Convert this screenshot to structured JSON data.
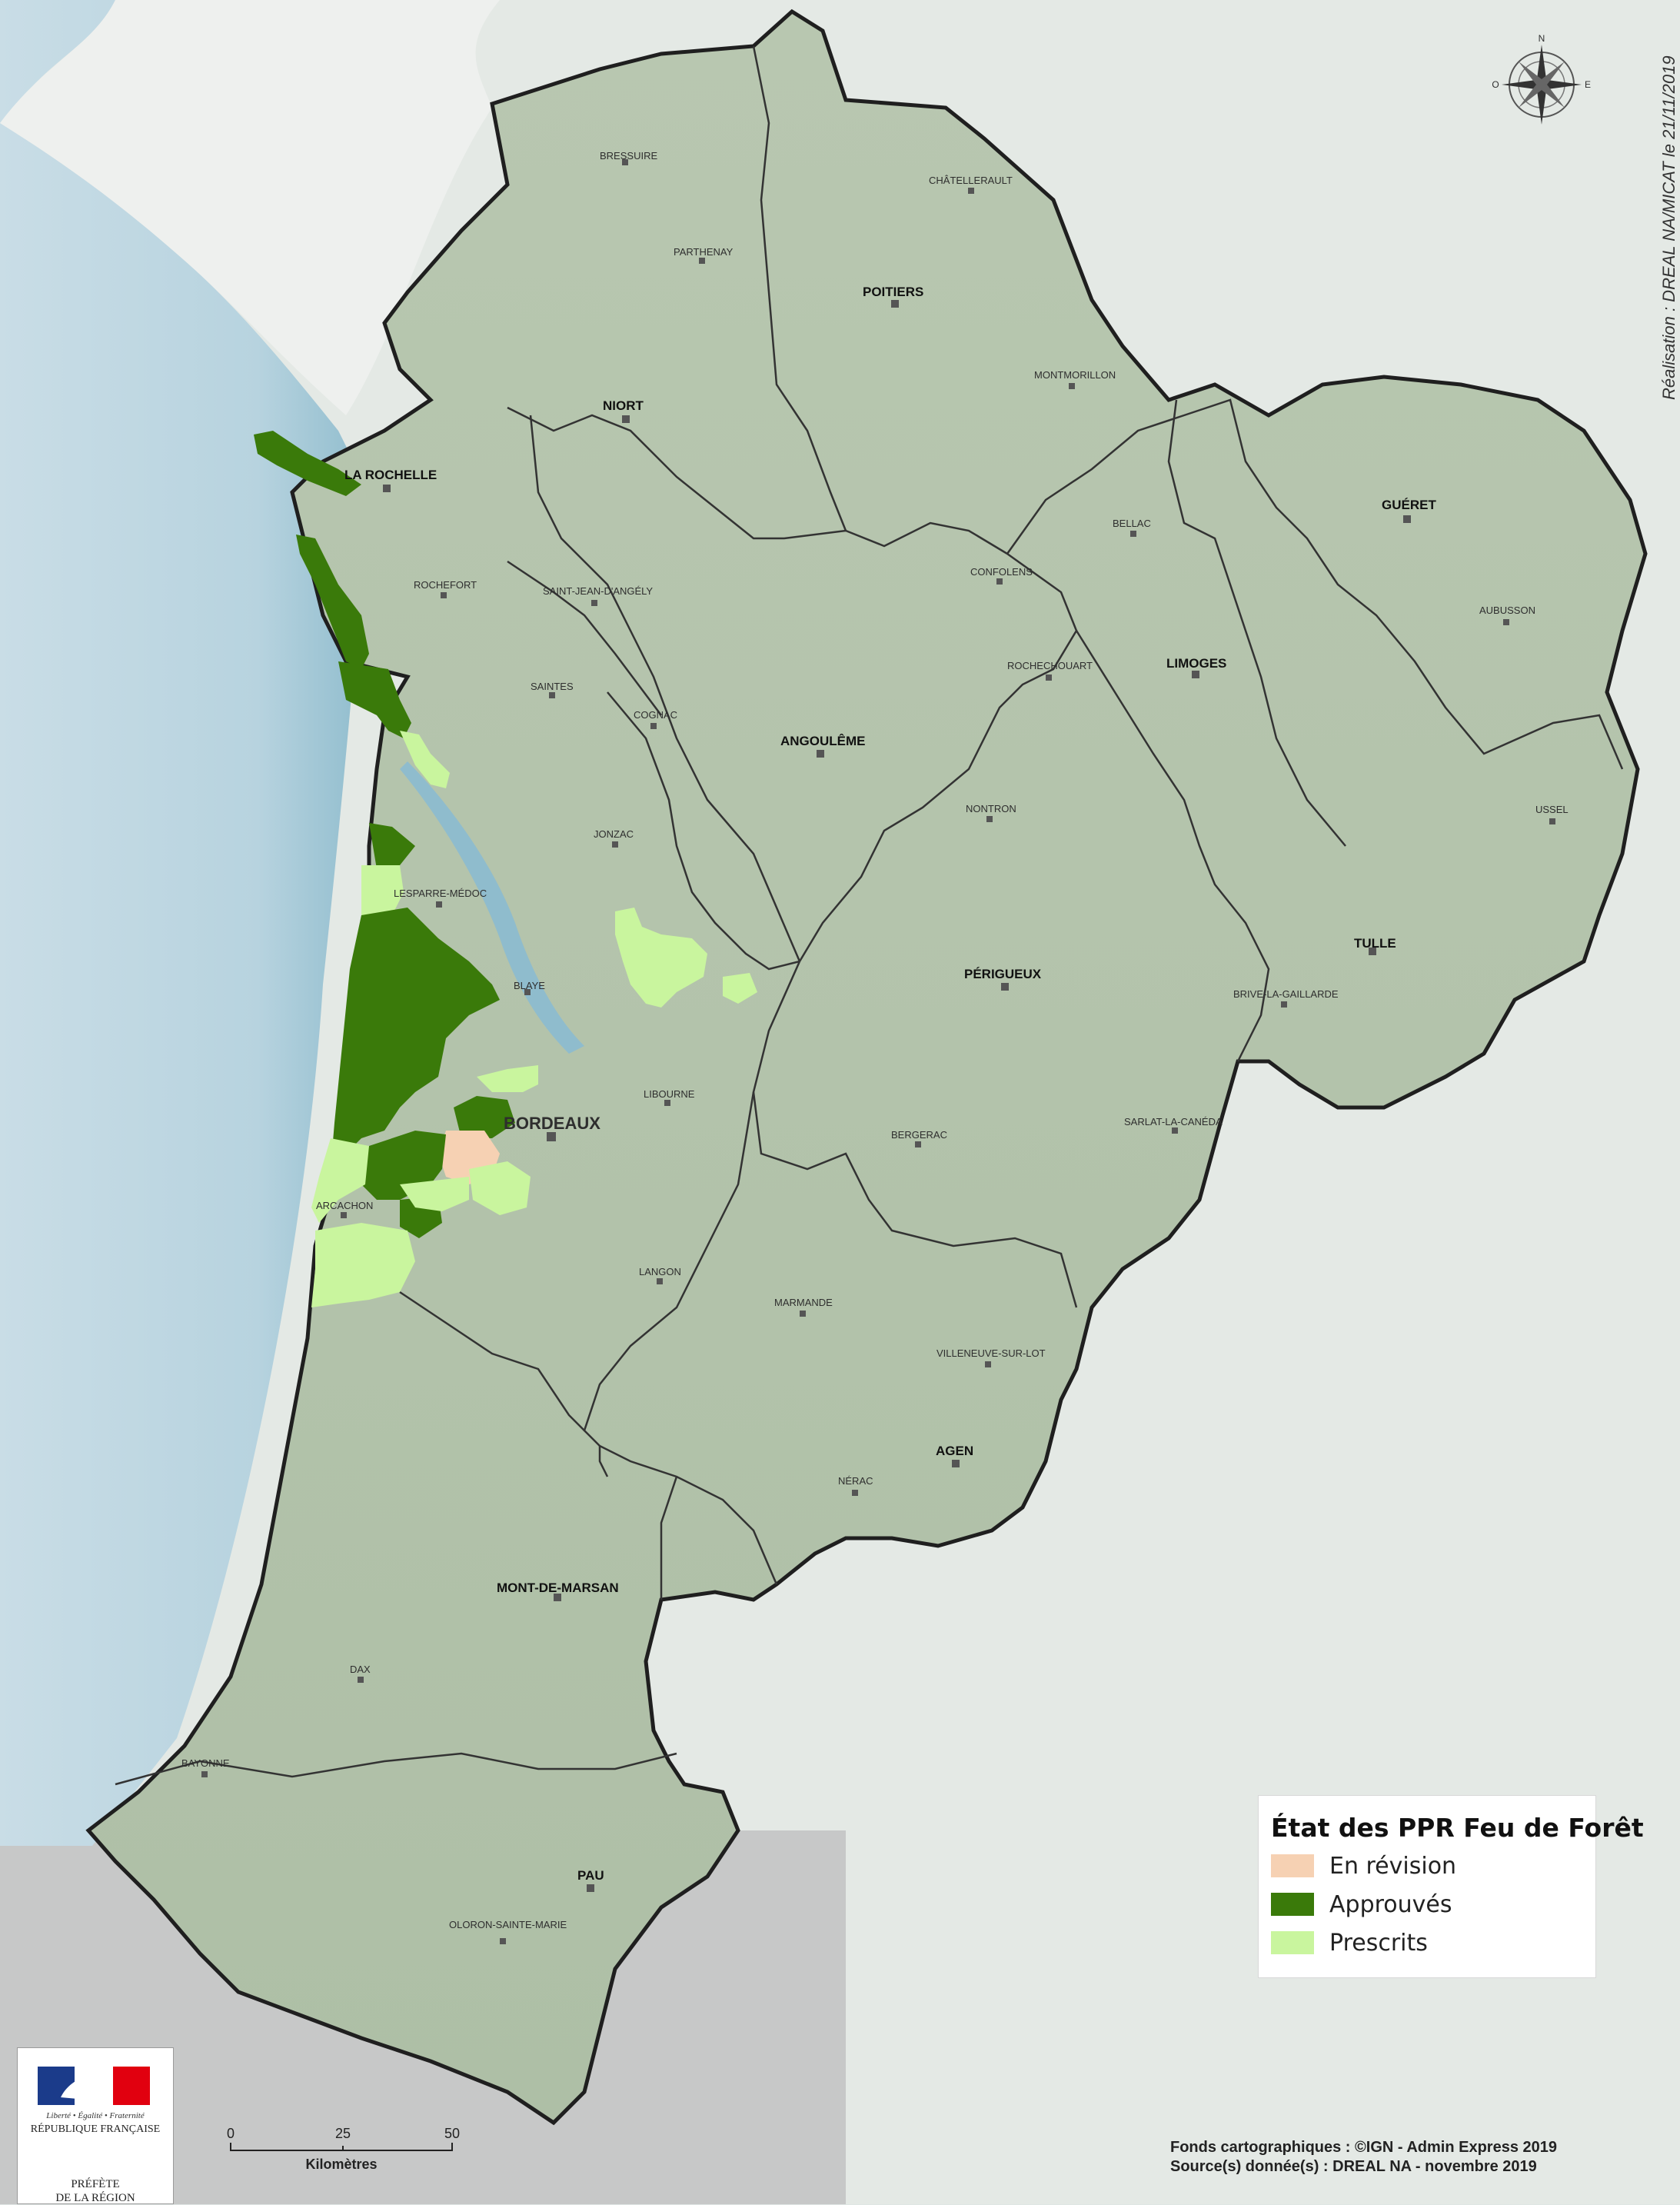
{
  "legend": {
    "title": "État des PPR Feu de Forêt",
    "items": [
      {
        "label": "En révision",
        "color": "#f6d1b3"
      },
      {
        "label": "Approuvés",
        "color": "#3a7a0a"
      },
      {
        "label": "Prescrits",
        "color": "#c9f59e"
      }
    ]
  },
  "credits": {
    "line1": "Fonds cartographiques : ©IGN - Admin Express 2019",
    "line2": "Source(s) donnée(s) : DREAL NA - novembre 2019"
  },
  "vertical_credit": "Réalisation : DREAL NA/MICAT le 21/11/2019",
  "scale": {
    "tick0": "0",
    "tick1": "25",
    "tick2": "50",
    "unit": "Kilomètres"
  },
  "logo": {
    "motto": "Liberté • Égalité • Fraternité",
    "republic": "RÉPUBLIQUE FRANÇAISE",
    "prefet_line1": "PRÉFÈTE",
    "prefet_line2": "DE LA RÉGION"
  },
  "compass": {
    "n": "N",
    "e": "E",
    "o": "O"
  },
  "cities": {
    "bressuire": "BRESSUIRE",
    "chatellerault": "CHÂTELLERAULT",
    "parthenay": "PARTHENAY",
    "poitiers": "POITIERS",
    "montmorillon": "MONTMORILLON",
    "niort": "NIORT",
    "la_rochelle": "LA ROCHELLE",
    "gueret": "GUÉRET",
    "bellac": "BELLAC",
    "rochefort": "ROCHEFORT",
    "saint_jean_dangely": "SAINT-JEAN-D'ANGÉLY",
    "confolens": "CONFOLENS",
    "aubusson": "AUBUSSON",
    "saintes": "SAINTES",
    "rochechouart": "ROCHECHOUART",
    "limoges": "LIMOGES",
    "cognac": "COGNAC",
    "angouleme": "ANGOULÊME",
    "nontron": "NONTRON",
    "ussel": "USSEL",
    "jonzac": "JONZAC",
    "lesparre": "LESPARRE-MÉDOC",
    "tulle": "TULLE",
    "perigueux": "PÉRIGUEUX",
    "blaye": "BLAYE",
    "brive": "BRIVE-LA-GAILLARDE",
    "libourne": "LIBOURNE",
    "bordeaux": "BORDEAUX",
    "sarlat": "SARLAT-LA-CANÉDA",
    "bergerac": "BERGERAC",
    "arcachon": "ARCACHON",
    "langon": "LANGON",
    "marmande": "MARMANDE",
    "villeneuve": "VILLENEUVE-SUR-LOT",
    "agen": "AGEN",
    "nerac": "NÉRAC",
    "mont_de_marsan": "MONT-DE-MARSAN",
    "dax": "DAX",
    "bayonne": "BAYONNE",
    "pau": "PAU",
    "oloron": "OLORON-SAINTE-MARIE"
  }
}
